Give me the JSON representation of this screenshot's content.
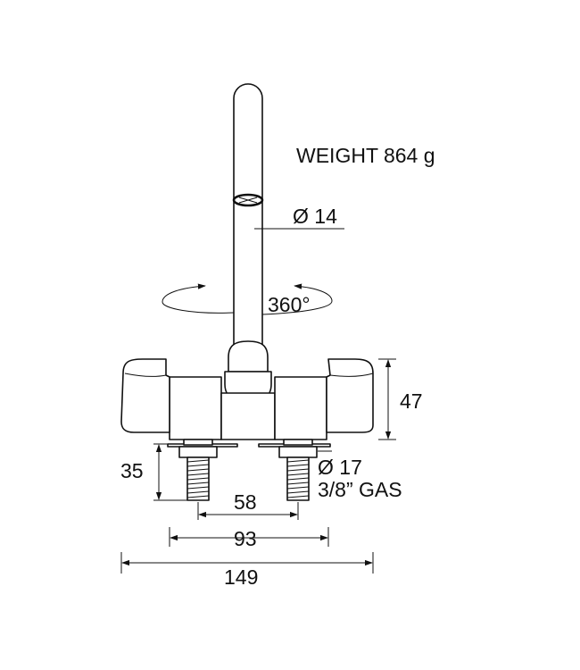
{
  "labels": {
    "weight": "WEIGHT 864 g",
    "spout_diameter": "Ø 14",
    "rotation": "360°",
    "height": "47",
    "tail_length": "35",
    "tail_diameter": "Ø 17",
    "thread_spec": "3/8” GAS",
    "inner_spacing": "58",
    "mid_spacing": "93",
    "overall_width": "149"
  },
  "colors": {
    "line": "#111111",
    "background": "#ffffff"
  }
}
